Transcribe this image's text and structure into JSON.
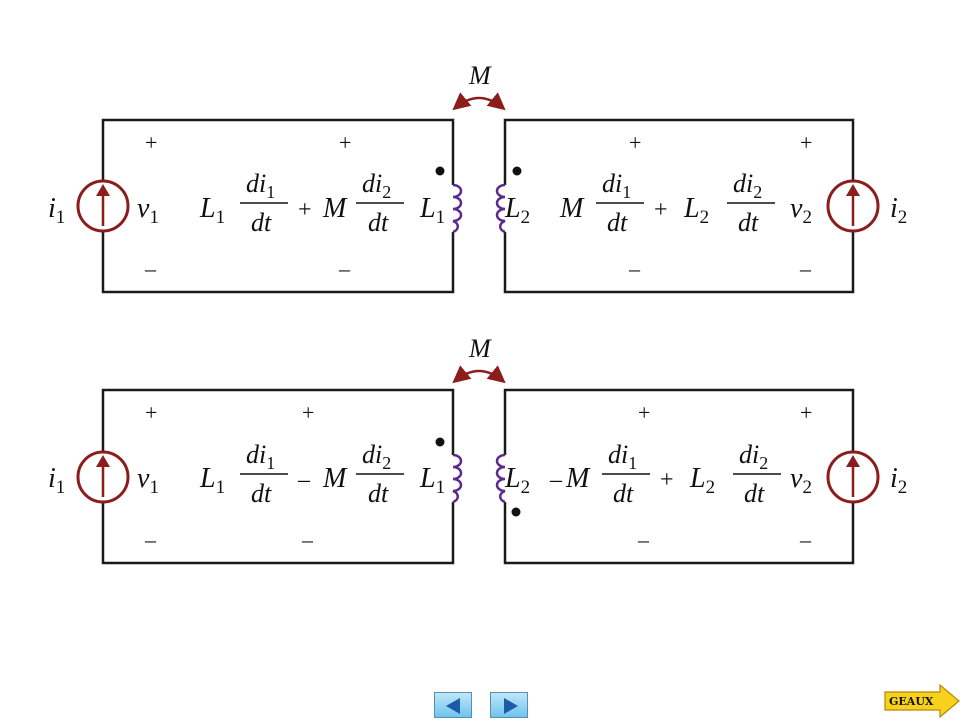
{
  "colors": {
    "wire": "#1a1a1a",
    "source": "#8c1d1d",
    "coil": "#5b2a8c",
    "accent": "#f7d21c"
  },
  "top": {
    "coupling": "M",
    "i1": "i",
    "i1_sub": "1",
    "v1": "v",
    "v1_sub": "1",
    "plus": "+",
    "minus": "–",
    "eq1": {
      "L": "L",
      "L_sub": "1",
      "num1": "di",
      "num1_sub": "1",
      "den": "dt",
      "op": "+",
      "M": "M",
      "num2": "di",
      "num2_sub": "2"
    },
    "L1": "L",
    "L1_sub": "1",
    "L2": "L",
    "L2_sub": "2",
    "eq2": {
      "M": "M",
      "num1": "di",
      "num1_sub": "1",
      "den": "dt",
      "op": "+",
      "L": "L",
      "L_sub": "2",
      "num2": "di",
      "num2_sub": "2"
    },
    "v2": "v",
    "v2_sub": "2",
    "i2": "i",
    "i2_sub": "2"
  },
  "bottom": {
    "coupling": "M",
    "i1": "i",
    "i1_sub": "1",
    "v1": "v",
    "v1_sub": "1",
    "plus": "+",
    "minus": "–",
    "eq1": {
      "L": "L",
      "L_sub": "1",
      "num1": "di",
      "num1_sub": "1",
      "den": "dt",
      "op": "–",
      "M": "M",
      "num2": "di",
      "num2_sub": "2"
    },
    "L1": "L",
    "L1_sub": "1",
    "L2": "L",
    "L2_sub": "2",
    "eq2": {
      "neg": "–",
      "M": "M",
      "num1": "di",
      "num1_sub": "1",
      "den": "dt",
      "op": "+",
      "L": "L",
      "L_sub": "2",
      "num2": "di",
      "num2_sub": "2"
    },
    "v2": "v",
    "v2_sub": "2",
    "i2": "i",
    "i2_sub": "2"
  },
  "nav": {
    "prev_icon": "triangle-left-icon",
    "next_icon": "triangle-right-icon"
  },
  "geaux_label": "GEAUX"
}
